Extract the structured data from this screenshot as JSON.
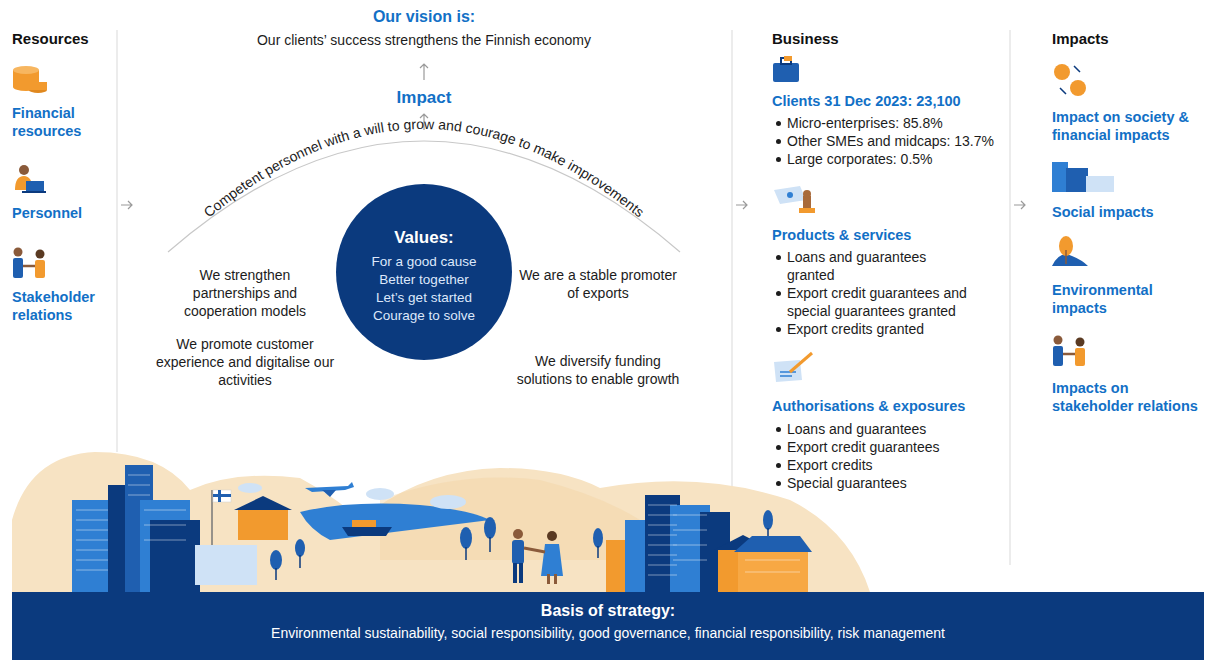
{
  "diagram": {
    "nodes": [
      {
        "text": [
          "Values:",
          "For a good cause",
          "Better together",
          "Let’s get started",
          "Courage to solve"
        ]
      },
      {
        "text": [
          "Basis of strategy:",
          "Environmental sustainability, social responsibility, good governance, financial responsibility, risk management"
        ]
      }
    ],
    "labels": [
      "Resources",
      "Financial resources",
      "Personnel",
      "Stakeholder relations",
      "Our vision is:",
      "Our clients’ success strengthens the Finnish economy",
      "Impact",
      "Competent personnel with a will to grow and courage to make improvements",
      "We strengthen partnerships and cooperation models",
      "We promote customer experience and digitalise our activities",
      "We are a stable promoter of exports",
      "We diversify funding solutions to enable growth",
      "Business",
      "Clients 31 Dec 2023: 23,100",
      "Micro-enterprises: 85.8%",
      "Other SMEs and midcaps: 13.7%",
      "Large corporates: 0.5%",
      "Products & services",
      "Loans and guarantees granted",
      "Export credit guarantees and special guarantees granted",
      "Export credits granted",
      "Authorisations & exposures",
      "Loans and guarantees",
      "Export credit guarantees",
      "Export credits",
      "Special guarantees",
      "Impacts",
      "Impact on society & financial impacts",
      "Social impacts",
      "Environmental impacts",
      "Impacts on stakeholder relations"
    ]
  }
}
